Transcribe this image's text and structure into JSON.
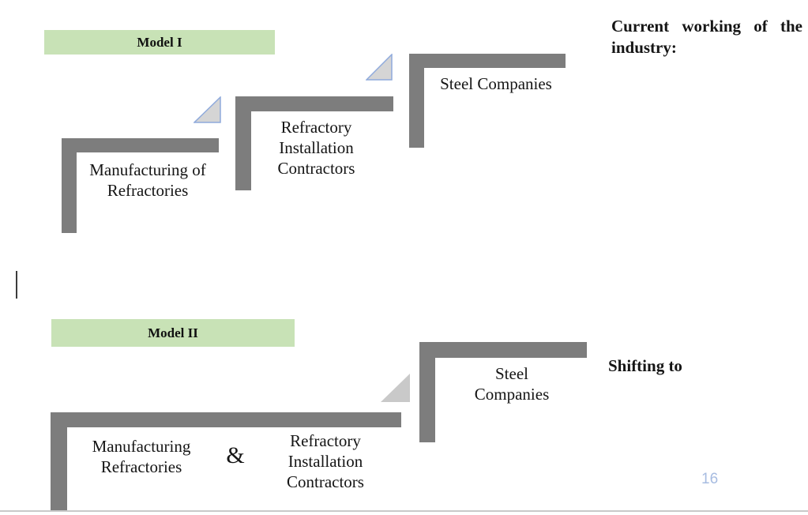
{
  "texts": {
    "heading_right": "Current working of the industry:",
    "shifting_label": "Shifting to",
    "page_number": "16"
  },
  "model1": {
    "banner": "Model I",
    "steps": [
      "Manufacturing of Refractories",
      "Refractory Installation Contractors",
      "Steel Companies"
    ]
  },
  "model2": {
    "banner": "Model II",
    "combined_left": "Manufacturing Refractories",
    "ampersand": "&",
    "combined_right": "Refractory Installation Contractors",
    "step": "Steel Companies"
  },
  "icons": {
    "step_arrow_1": "triangle-arrow-icon",
    "step_arrow_2": "triangle-arrow-icon",
    "step_arrow_3": "triangle-arrow-icon",
    "caret": "text-cursor-caret"
  },
  "colors": {
    "banner_green": "#c8e2b6",
    "bar_gray": "#7d7d7d",
    "triangle_fill": "#d5d5d5",
    "triangle_stroke": "#8faadc",
    "triangle_fill_plain": "#c9c9c9",
    "page_number_blue": "#a7bce1",
    "bottom_rule_gray": "#c9c9c9"
  }
}
